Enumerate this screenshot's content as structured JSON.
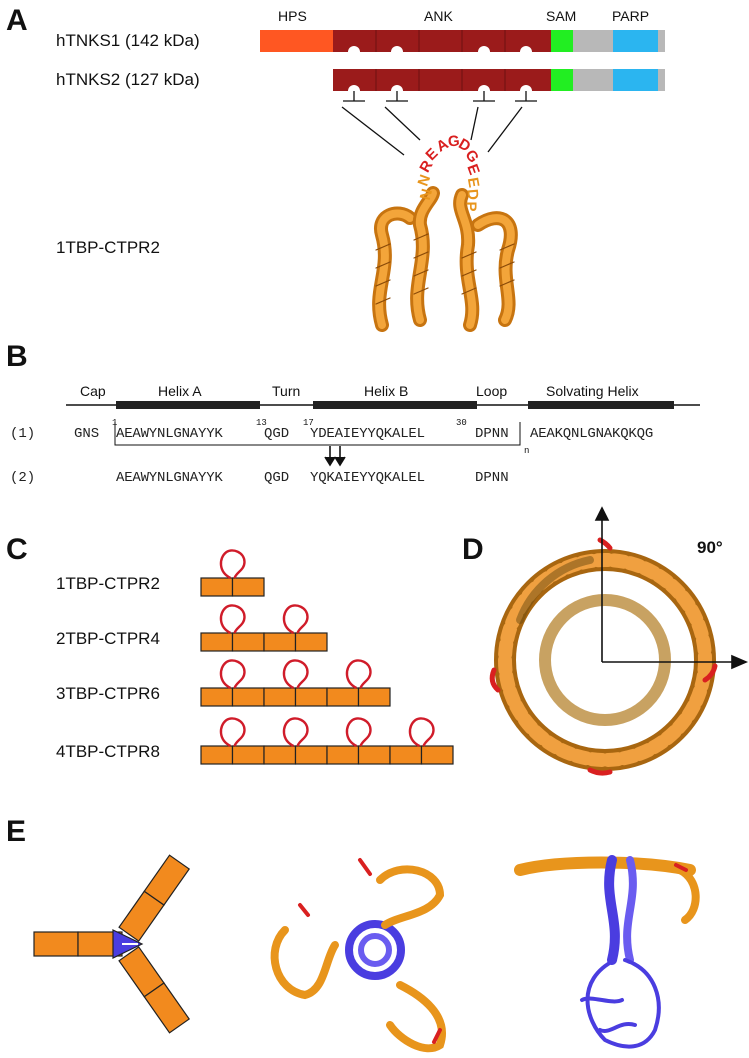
{
  "panels": {
    "a": "A",
    "b": "B",
    "c": "C",
    "d": "D",
    "e": "E"
  },
  "panel_a": {
    "domains": {
      "hps": "HPS",
      "ank": "ANK",
      "sam": "SAM",
      "parp": "PARP"
    },
    "protein1": "hTNKS1 (142 kDa)",
    "protein2": "hTNKS2 (127 kDa)",
    "loop_left": [
      "N",
      "N",
      "R",
      "E",
      "A",
      "G"
    ],
    "loop_right": [
      "D",
      "G",
      "E",
      "E",
      "D",
      "P"
    ],
    "construct": "1TBP-CTPR2",
    "colors": {
      "hps": "#ff5722",
      "ank": "#9b1b1b",
      "sam": "#22ee22",
      "linker": "#b8b8b8",
      "parp": "#2bb5f0",
      "helix": "#e8951c",
      "loop": "#d92020"
    }
  },
  "panel_b": {
    "regions": {
      "cap": "Cap",
      "helixA": "Helix A",
      "turn": "Turn",
      "helixB": "Helix B",
      "loop": "Loop",
      "solvating": "Solvating  Helix"
    },
    "row1_label": "(1)",
    "row2_label": "(2)",
    "seq1": {
      "cap": "GNS",
      "helixA": "AEAWYNLGNAYYK",
      "turn": "QGD",
      "helixB": "YDEAIEYYQKALEL",
      "loop": "DPNN",
      "solv": "AEAKQNLGNAKQKQG"
    },
    "seq2": {
      "helixA": "AEAWYNLGNAYYK",
      "turn": "QGD",
      "helixB": "YQKAIEYYQKALEL",
      "loop": "DPNN"
    },
    "numbers": {
      "n1": "1",
      "n13": "13",
      "n17": "17",
      "n30": "30",
      "nn": "n"
    }
  },
  "panel_c": {
    "constructs": [
      {
        "label": "1TBP-CTPR2",
        "blocks": 2,
        "loops": 1
      },
      {
        "label": "2TBP-CTPR4",
        "blocks": 4,
        "loops": 2
      },
      {
        "label": "3TBP-CTPR6",
        "blocks": 6,
        "loops": 3
      },
      {
        "label": "4TBP-CTPR8",
        "blocks": 8,
        "loops": 4
      }
    ],
    "block_color": "#f28a1e",
    "loop_color": "#d01c2a"
  },
  "panel_d": {
    "angle": "90°"
  },
  "panel_e": {
    "colors": {
      "arm": "#f28a1e",
      "core": "#4a3de0"
    }
  }
}
